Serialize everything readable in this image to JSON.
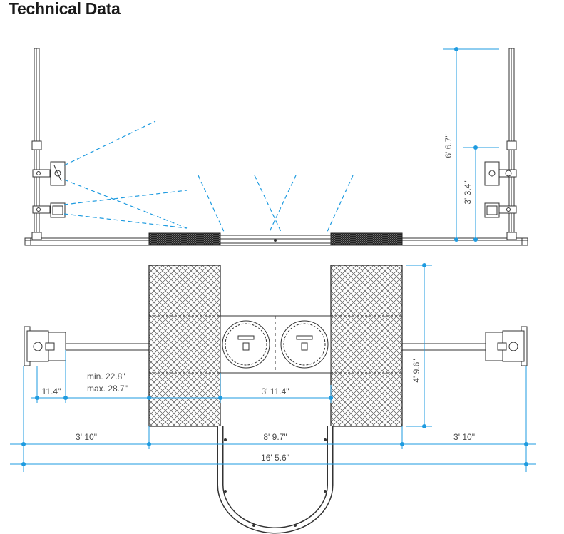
{
  "title": "Technical Data",
  "dimensions": {
    "height_total": "6' 6.7\"",
    "height_lower": "3' 3.4\"",
    "platform_depth": "4' 9.6\"",
    "min_label": "min. 22.8\"",
    "max_label": "max. 28.7\"",
    "offset": "11.4\"",
    "plate_spacing": "3' 11.4\"",
    "left_span": "3' 10\"",
    "center_span": "8' 9.7\"",
    "right_span": "3' 10\"",
    "overall_width": "16' 5.6\""
  },
  "colors": {
    "dimension": "#1e9be0",
    "equipment": "#333333"
  }
}
